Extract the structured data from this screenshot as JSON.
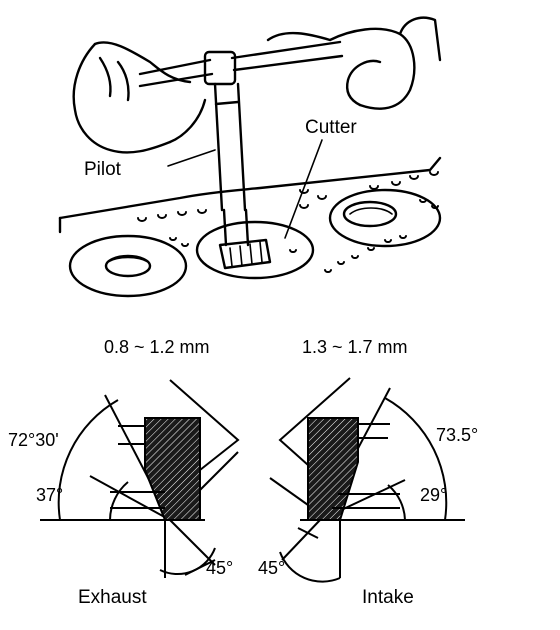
{
  "top": {
    "pilot_label": "Pilot",
    "cutter_label": "Cutter"
  },
  "bottom": {
    "exhaust": {
      "width_range": "0.8 ~ 1.2 mm",
      "angle_top": "72°30'",
      "angle_mid": "37°",
      "angle_bottom": "45°",
      "caption": "Exhaust"
    },
    "intake": {
      "width_range": "1.3 ~ 1.7 mm",
      "angle_top": "73.5°",
      "angle_mid": "29°",
      "angle_bottom": "45°",
      "caption": "Intake"
    }
  }
}
